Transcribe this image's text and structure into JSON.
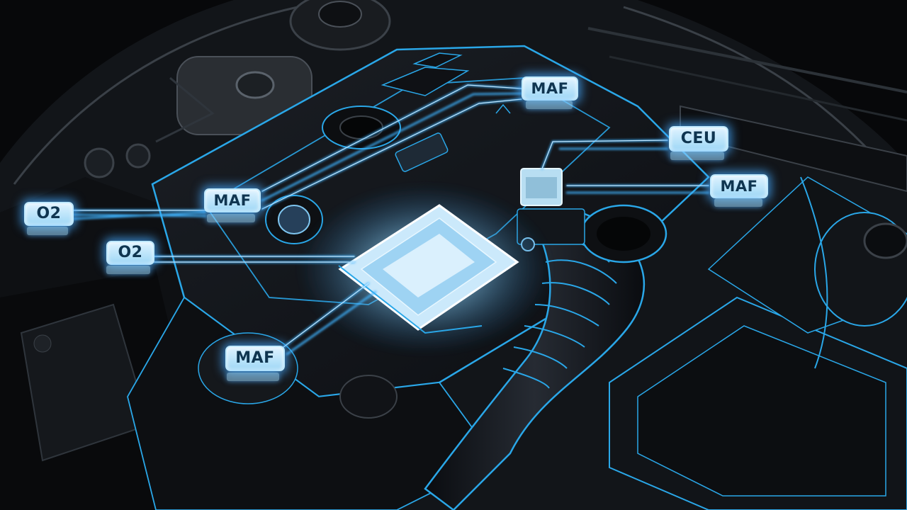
{
  "labels": {
    "maf_top": {
      "text": "MAF",
      "sub": ""
    },
    "maf_mid": {
      "text": "MAF",
      "sub": ""
    },
    "maf_low": {
      "text": "MAF",
      "sub": ""
    },
    "maf_right": {
      "text": "MAF",
      "sub": ""
    },
    "ceu": {
      "text": "CEU",
      "sub": ""
    },
    "o2_left": {
      "text": "O2",
      "sub": ""
    },
    "o2_mid": {
      "text": "O2",
      "sub": ""
    }
  },
  "colors": {
    "background": "#0b0d10",
    "glow": "#3fb4ff",
    "outline": "#2aa7e8",
    "label_fill": "#cfeeff",
    "label_text": "#0f3550"
  }
}
